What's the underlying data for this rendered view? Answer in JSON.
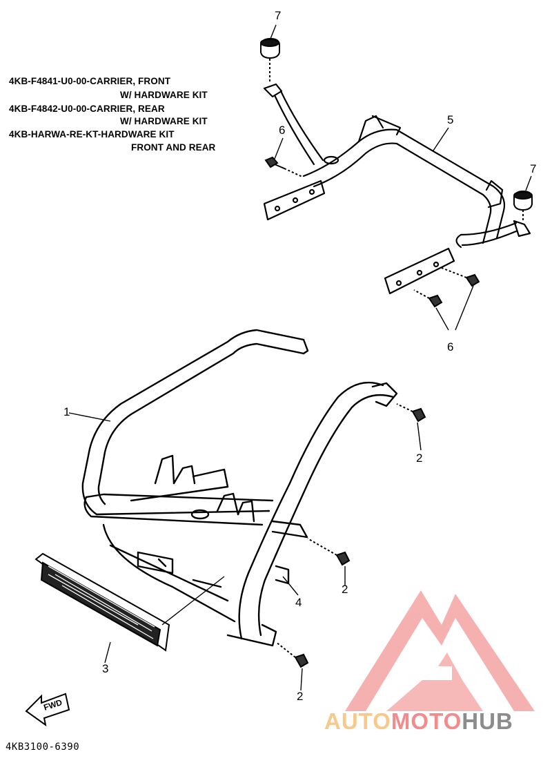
{
  "notes": [
    "4KB-F4841-U0-00-CARRIER, FRONT",
    "W/ HARDWARE KIT",
    "4KB-F4842-U0-00-CARRIER, REAR",
    "W/ HARDWARE KIT",
    "4KB-HARWA-RE-KT-HARDWARE KIT",
    "FRONT AND REAR"
  ],
  "callouts": {
    "c7a": "7",
    "c6a": "6",
    "c5": "5",
    "c7b": "7",
    "c6b": "6",
    "c1": "1",
    "c2a": "2",
    "c2b": "2",
    "c4": "4",
    "c3": "3",
    "c2c": "2"
  },
  "fwd_label": "FWD",
  "diagram_code": "4KB3100-6390",
  "watermark": {
    "part1": "AUTO",
    "part2": "MOTO",
    "part3": "HUB",
    "colors": {
      "auto": "#f7c98a",
      "moto": "#f28c8c",
      "hub": "#8c8c8c",
      "logo": "#f4a3a3"
    }
  }
}
